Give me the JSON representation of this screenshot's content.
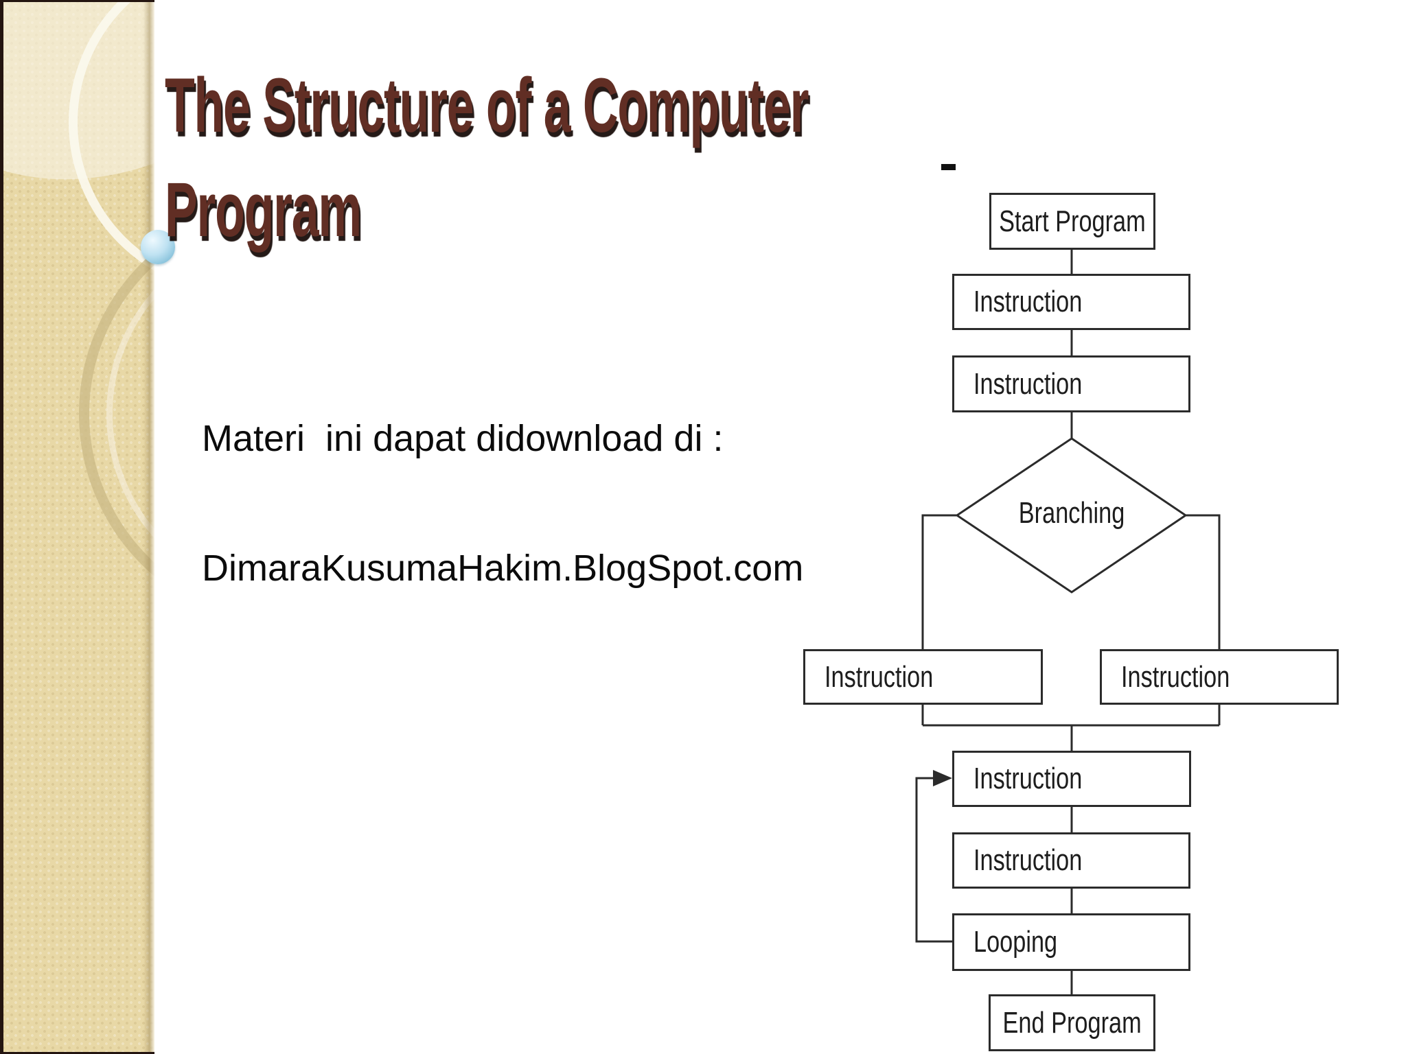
{
  "slide": {
    "title": {
      "line1": "The Structure of a Computer",
      "line2": "Program"
    },
    "subtitle": {
      "line1": "Materi  ini dapat didownload di :",
      "line2": "DimaraKusumaHakim.BlogSpot.com"
    }
  },
  "colors": {
    "title_text": "#612e24",
    "title_shadow": "#120703",
    "band_base": "#e8d8a6",
    "band_border": "#241510",
    "band_ring_cream": "#fbf8ee",
    "band_ring_tan": "#cbb986",
    "bead_blue": "#bfe2f2",
    "flow_stroke": "#2b2b2b",
    "flow_text": "#1d1d1d",
    "background": "#ffffff"
  },
  "flowchart": {
    "nodes": [
      {
        "id": "start",
        "type": "process",
        "label": "Start Program"
      },
      {
        "id": "instruction-1",
        "type": "process",
        "label": "Instruction"
      },
      {
        "id": "instruction-2",
        "type": "process",
        "label": "Instruction"
      },
      {
        "id": "branching",
        "type": "decision",
        "label": "Branching"
      },
      {
        "id": "branch-left-instruction",
        "type": "process",
        "label": "Instruction"
      },
      {
        "id": "branch-right-instruction",
        "type": "process",
        "label": "Instruction"
      },
      {
        "id": "loop-instruction-1",
        "type": "process",
        "label": "Instruction"
      },
      {
        "id": "loop-instruction-2",
        "type": "process",
        "label": "Instruction"
      },
      {
        "id": "looping",
        "type": "process",
        "label": "Looping"
      },
      {
        "id": "end",
        "type": "process",
        "label": "End Program"
      }
    ],
    "edges": [
      "start->instruction-1",
      "instruction-1->instruction-2",
      "instruction-2->branching",
      "branching->branch-left-instruction",
      "branching->branch-right-instruction",
      "branch-left-instruction->merge",
      "branch-right-instruction->merge",
      "merge->loop-instruction-1",
      "loop-instruction-1->loop-instruction-2",
      "loop-instruction-2->looping",
      "looping->loop-instruction-1 (loop back arrow)",
      "looping->end"
    ]
  }
}
